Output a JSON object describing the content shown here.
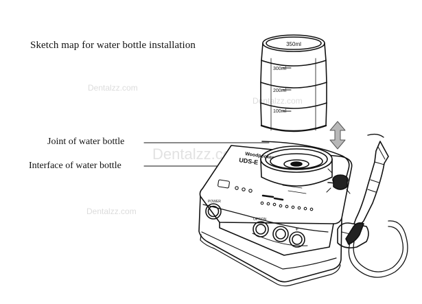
{
  "title": "Sketch map for water bottle installation",
  "callouts": {
    "joint": "Joint of water bottle",
    "interface": "Interface of water bottle"
  },
  "bottle": {
    "capacity": "350ml",
    "marks": [
      "300ml",
      "200ml",
      "100ml"
    ]
  },
  "device": {
    "brand": "Woodpecker",
    "model": "UDS-E",
    "buttons": {
      "power": "POWER",
      "option": "OPTION",
      "minus": "−",
      "plus": "+"
    }
  },
  "watermark": "Dentalzz.com"
}
